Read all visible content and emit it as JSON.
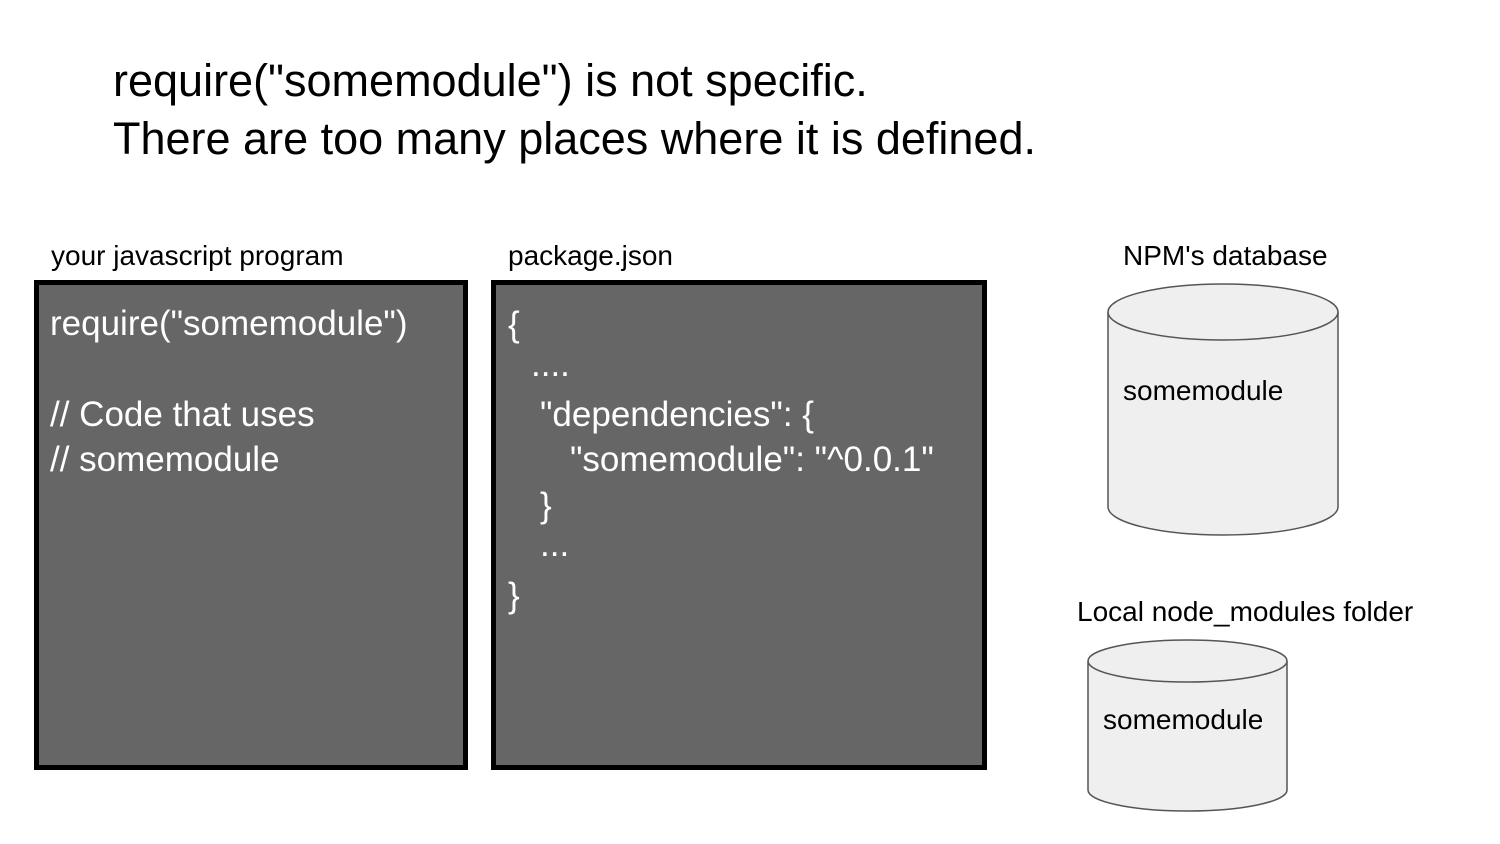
{
  "title": {
    "line1": "require(\"somemodule\") is not specific.",
    "line2": "There are too many places where it is defined."
  },
  "program": {
    "label": "your javascript program",
    "lines": [
      "require(\"somemodule\")",
      "// Code that uses",
      "// somemodule"
    ]
  },
  "package_json": {
    "label": "package.json",
    "lines": [
      "{",
      "....",
      "\"dependencies\": {",
      "\"somemodule\": \"^0.0.1\"",
      "}",
      "...",
      "}"
    ]
  },
  "npm_db": {
    "label": "NPM's database",
    "item": "somemodule"
  },
  "local_folder": {
    "label": "Local node_modules folder",
    "item": "somemodule"
  },
  "colors": {
    "box_fill": "#666666",
    "cylinder_fill": "#efefef",
    "cylinder_stroke": "#555555"
  }
}
